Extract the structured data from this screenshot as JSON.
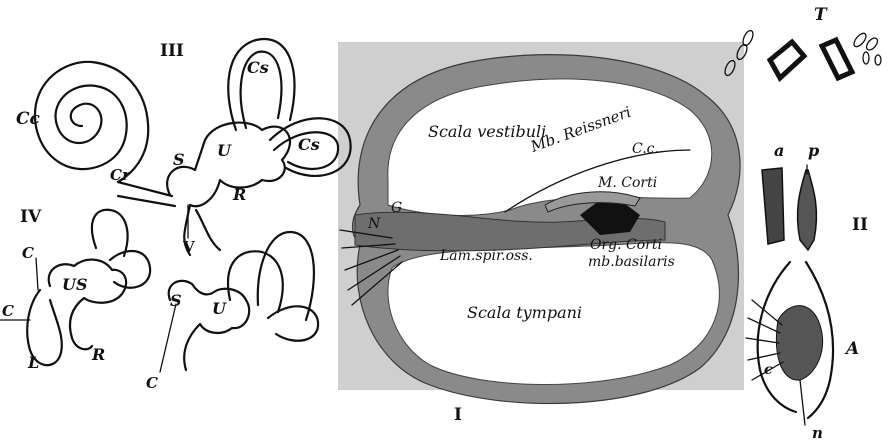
{
  "panels": {
    "I": {
      "numeral": "I"
    },
    "II": {
      "numeral": "II"
    },
    "III": {
      "numeral": "III"
    },
    "IV": {
      "numeral": "IV"
    }
  },
  "labels_I": {
    "scala_vestibuli": "Scala vestibuli",
    "mb_reissneri": "Mb. Reissneri",
    "cc": "C.c.",
    "m_corti": "M. Corti",
    "g": "G",
    "n": "N",
    "lam_spir_oss": "Lam.spir.oss.",
    "org_corti": "Org. Corti",
    "mb_basilaris": "mb.basilaris",
    "scala_tympani": "Scala tympani"
  },
  "labels_II": {
    "t": "T",
    "a": "a",
    "p": "p",
    "a_cap": "A",
    "n": "n",
    "c": "c"
  },
  "labels_III": {
    "cc": "Cc",
    "cs_top": "Cs",
    "cs_right": "Cs",
    "u": "U",
    "s": "S",
    "cr": "Cr",
    "r": "R",
    "v": "V"
  },
  "labels_IV": {
    "c_top": "C",
    "us": "US",
    "c_left": "C",
    "l": "L",
    "r": "R",
    "s": "S",
    "u": "U",
    "c_bottom": "C"
  }
}
